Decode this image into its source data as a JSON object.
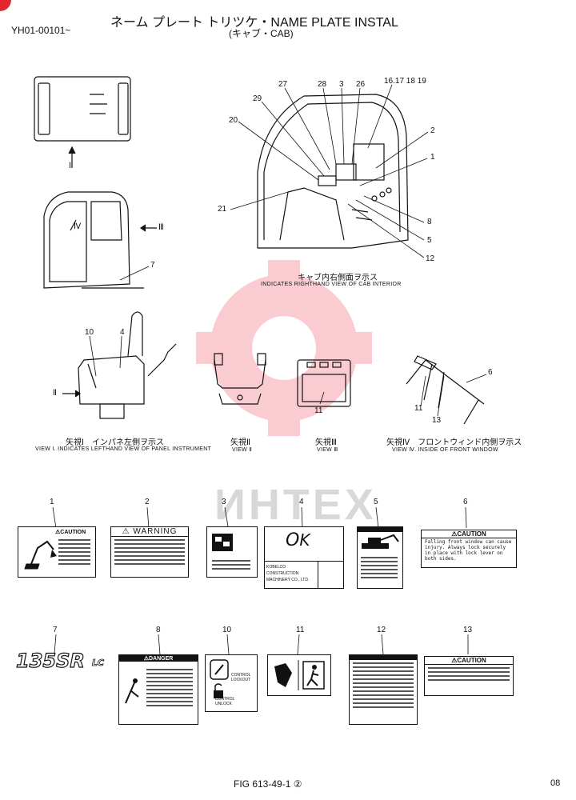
{
  "header": {
    "title": "ネーム プレート トリツケ・NAME PLATE INSTAL",
    "subtitle": "(キャブ・CAB)",
    "serial": "YH01-00101~"
  },
  "views": {
    "cab_interior": {
      "caption_jp": "キャブ内右側面ヲ示ス",
      "caption_en": "INDICATES RIGHTHAND VIEW OF CAB INTERIOR"
    },
    "view_1": {
      "caption_jp": "矢視Ⅰ　インパネ左側ヲ示ス",
      "caption_en": "VIEW I. INDICATES LEFTHAND VIEW OF PANEL INSTRUMENT"
    },
    "view_2": {
      "caption_jp": "矢視Ⅱ",
      "caption_en": "VIEW Ⅱ"
    },
    "view_3": {
      "caption_jp": "矢視Ⅲ",
      "caption_en": "VIEW Ⅲ"
    },
    "view_4": {
      "caption_jp": "矢視Ⅳ　フロントウィンド内側ヲ示ス",
      "caption_en": "VIEW Ⅳ. INSIDE OF FRONT WINDOW"
    }
  },
  "arrows": {
    "i": "Ⅰ",
    "ii": "Ⅱ",
    "iii": "Ⅲ",
    "iv": "Ⅳ"
  },
  "callouts": {
    "c27": "27",
    "c28": "28",
    "c3": "3",
    "c26": "26",
    "c16": "16.17 18 19",
    "c29": "29",
    "c20": "20",
    "c2": "2",
    "c1": "1",
    "c21": "21",
    "c8": "8",
    "c5": "5",
    "c12": "12",
    "c7": "7",
    "c10": "10",
    "c4": "4",
    "c11a": "11",
    "c11b": "11",
    "c13": "13",
    "c6": "6"
  },
  "decals": {
    "d1": {
      "num": "1",
      "header": "⚠CAUTION"
    },
    "d2": {
      "num": "2",
      "header": "⚠ WARNING"
    },
    "d3": {
      "num": "3"
    },
    "d4": {
      "num": "4",
      "brand": "KOBELCO CONSTRUCTION MACHINERY CO., LTD."
    },
    "d5": {
      "num": "5"
    },
    "d6": {
      "num": "6",
      "header": "⚠CAUTION",
      "text": "Falling front window can cause injury. Always lock securely in place with lock lever on both sides."
    },
    "d7": {
      "num": "7",
      "model": "135SR",
      "suffix": "LC"
    },
    "d8": {
      "num": "8",
      "header": "⚠DANGER"
    },
    "d10": {
      "num": "10",
      "label1": "CONTROL LOCKOUT",
      "label2": "CONTROL UNLOCK"
    },
    "d11": {
      "num": "11"
    },
    "d12": {
      "num": "12"
    },
    "d13": {
      "num": "13",
      "header": "⚠CAUTION"
    }
  },
  "footer": {
    "figure": "FIG 613-49-1 ②",
    "page": "08"
  }
}
